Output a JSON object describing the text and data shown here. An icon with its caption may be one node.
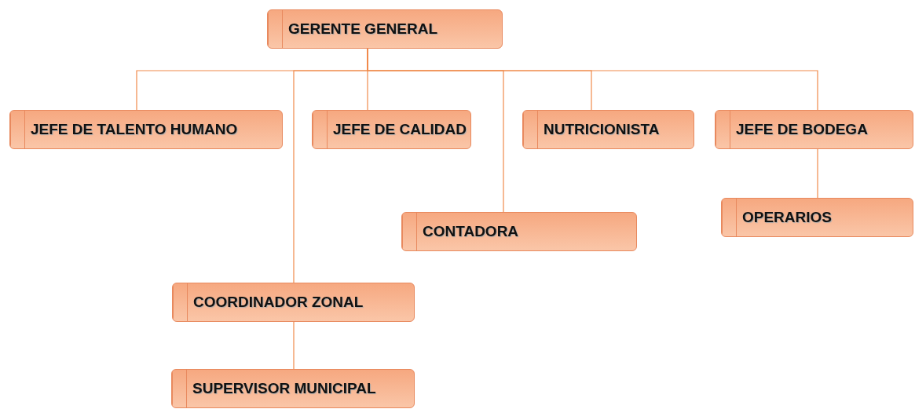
{
  "diagram": {
    "nodes": [
      {
        "text": [
          "GERENTE GENERAL"
        ]
      },
      {
        "text": [
          "JEFE DE TALENTO HUMANO"
        ]
      },
      {
        "text": [
          "JEFE DE CALIDAD"
        ]
      },
      {
        "text": [
          "NUTRICIONISTA"
        ]
      },
      {
        "text": [
          "JEFE DE BODEGA"
        ]
      },
      {
        "text": [
          "CONTADORA"
        ]
      },
      {
        "text": [
          "OPERARIOS"
        ]
      },
      {
        "text": [
          "COORDINADOR ZONAL"
        ]
      },
      {
        "text": [
          "SUPERVISOR MUNICIPAL"
        ]
      }
    ],
    "edges": [
      {
        "from": 0,
        "to": 1,
        "arrow": "none"
      },
      {
        "from": 0,
        "to": 7,
        "arrow": "none"
      },
      {
        "from": 0,
        "to": 2,
        "arrow": "none"
      },
      {
        "from": 0,
        "to": 5,
        "arrow": "none"
      },
      {
        "from": 0,
        "to": 3,
        "arrow": "none"
      },
      {
        "from": 0,
        "to": 4,
        "arrow": "none"
      },
      {
        "from": 4,
        "to": 6,
        "arrow": "none"
      },
      {
        "from": 7,
        "to": 8,
        "arrow": "none"
      }
    ]
  }
}
